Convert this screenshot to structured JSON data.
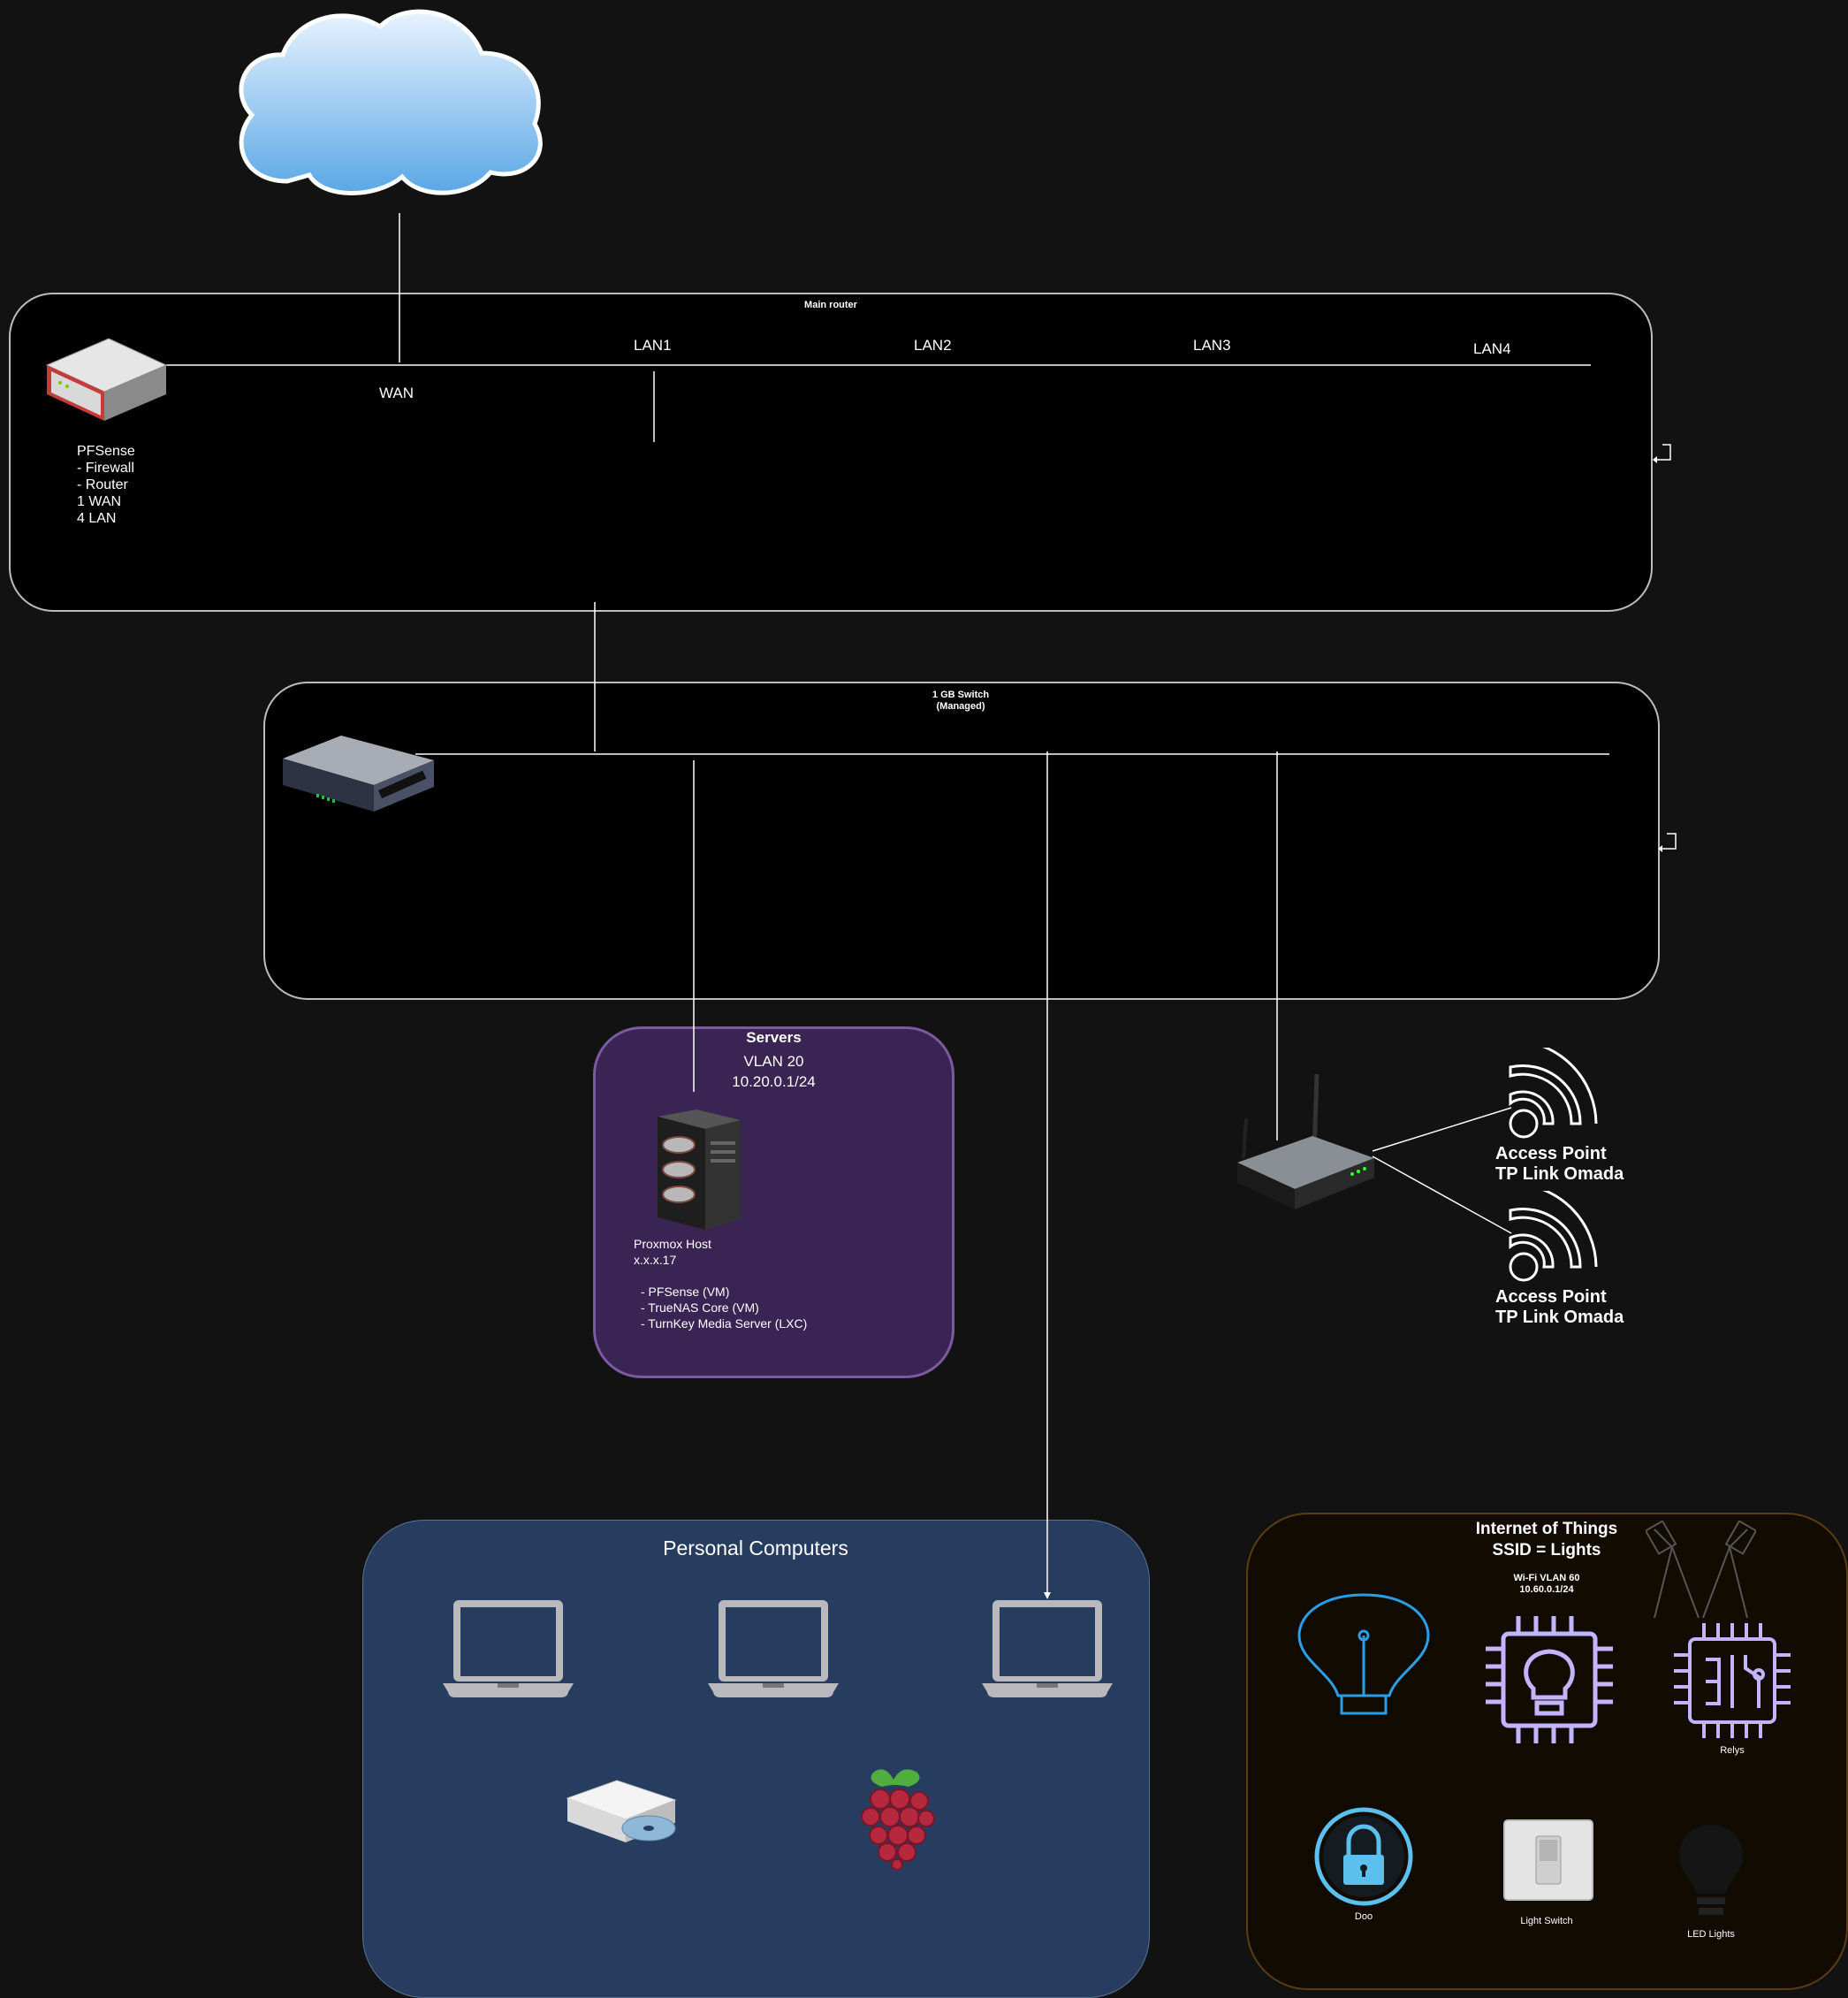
{
  "router": {
    "title": "Main router",
    "wan_label": "WAN",
    "lan_labels": [
      "LAN1",
      "LAN2",
      "LAN3",
      "LAN4"
    ],
    "device_name": "PFSense",
    "device_lines": "- Firewall\n- Router\n1 WAN\n4 LAN"
  },
  "switch": {
    "title_line1": "1 GB Switch",
    "title_line2": "(Managed)"
  },
  "servers": {
    "title": "Servers",
    "vlan": "VLAN 20",
    "subnet": "10.20.0.1/24",
    "host_name": "Proxmox Host",
    "host_ip": "x.x.x.17",
    "host_services": "- PFSense (VM)\n- TrueNAS Core (VM)\n- TurnKey Media Server (LXC)"
  },
  "access_points": [
    {
      "line1": "Access Point",
      "line2": "TP Link Omada"
    },
    {
      "line1": "Access Point",
      "line2": "TP Link Omada"
    }
  ],
  "personal_computers": {
    "title": "Personal Computers"
  },
  "iot": {
    "title_line1": "Internet of Things",
    "title_line2": "SSID = Lights",
    "wifi_line1": "Wi-Fi VLAN 60",
    "wifi_line2": "10.60.0.1/24",
    "relays_label": "Relys",
    "door_label": "Doo",
    "switch_label": "Light Switch",
    "led_label": "LED Lights"
  },
  "icons": [
    "cloud-icon",
    "firewall-appliance-icon",
    "network-switch-icon",
    "server-tower-icon",
    "wireless-router-icon",
    "wifi-signal-icon",
    "laptop-icon",
    "mac-mini-icon",
    "raspberry-pi-icon",
    "light-bulb-icon",
    "chip-bulb-icon",
    "relay-chip-icon",
    "lock-icon",
    "light-switch-icon",
    "led-bulb-icon",
    "spotlights-icon"
  ],
  "colors": {
    "background": "#121212",
    "servers_fill": "#3a2453",
    "pc_fill": "#263d60",
    "iot_fill": "#110b02",
    "iot_accent": "#c2b4ff",
    "bulb_outline": "#2b9fe6"
  }
}
